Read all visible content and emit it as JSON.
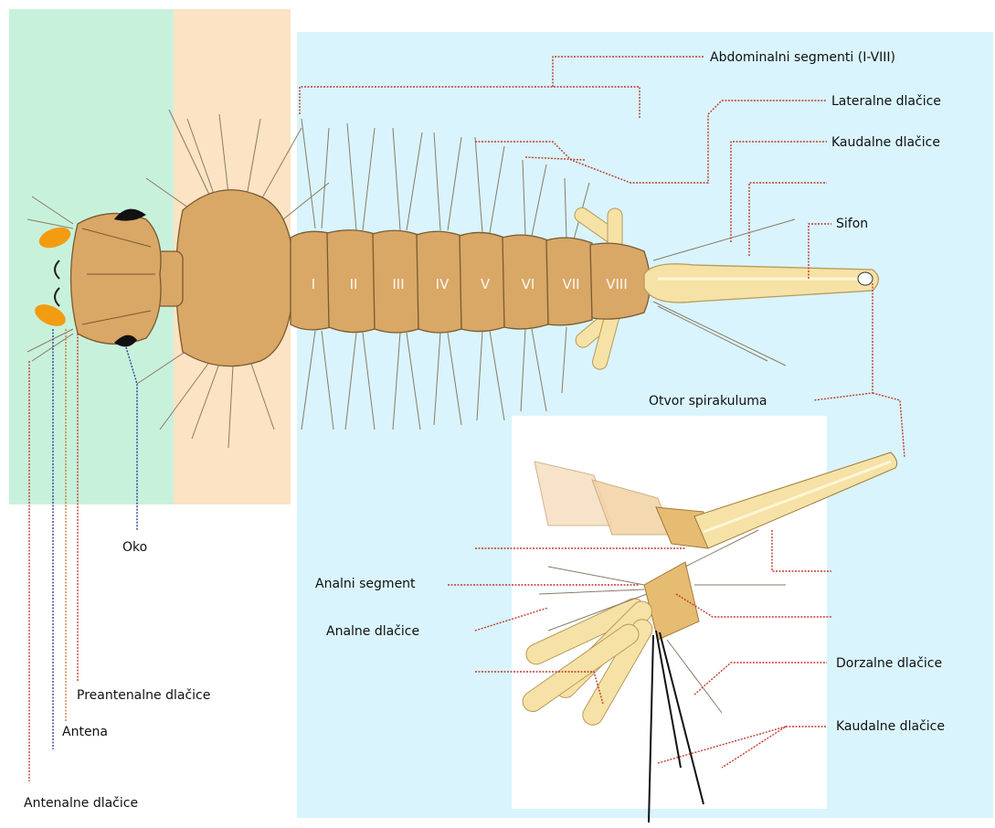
{
  "labels": {
    "abdominal_segments": "Abdominalni segmenti (I-VIII)",
    "lateral_hairs": "Lateralne dlačice",
    "caudal_hairs_top": "Kaudalne dlačice",
    "siphon": "Sifon",
    "spiracle_opening": "Otvor spirakuluma",
    "eye": "Oko",
    "preantennal_hairs": "Preantenalne dlačice",
    "antenna": "Antena",
    "antennal_hairs": "Antenalne dlačice",
    "anal_segment": "Analni segment",
    "anal_hairs": "Analne dlačice",
    "dorsal_hairs": "Dorzalne dlačice",
    "caudal_hairs_bottom": "Kaudalne dlačice"
  },
  "segment_numerals": [
    "I",
    "II",
    "III",
    "IV",
    "V",
    "VI",
    "VII",
    "VIII"
  ],
  "colors": {
    "head_zone": "#c8f1dc",
    "thorax_zone": "#fbe3c3",
    "abdomen_zone": "#d9f4fc",
    "body": "#d9a766",
    "siphon": "#f6e2a6",
    "leader_red": "#c0392b",
    "leader_blue": "#2c3e9a"
  }
}
